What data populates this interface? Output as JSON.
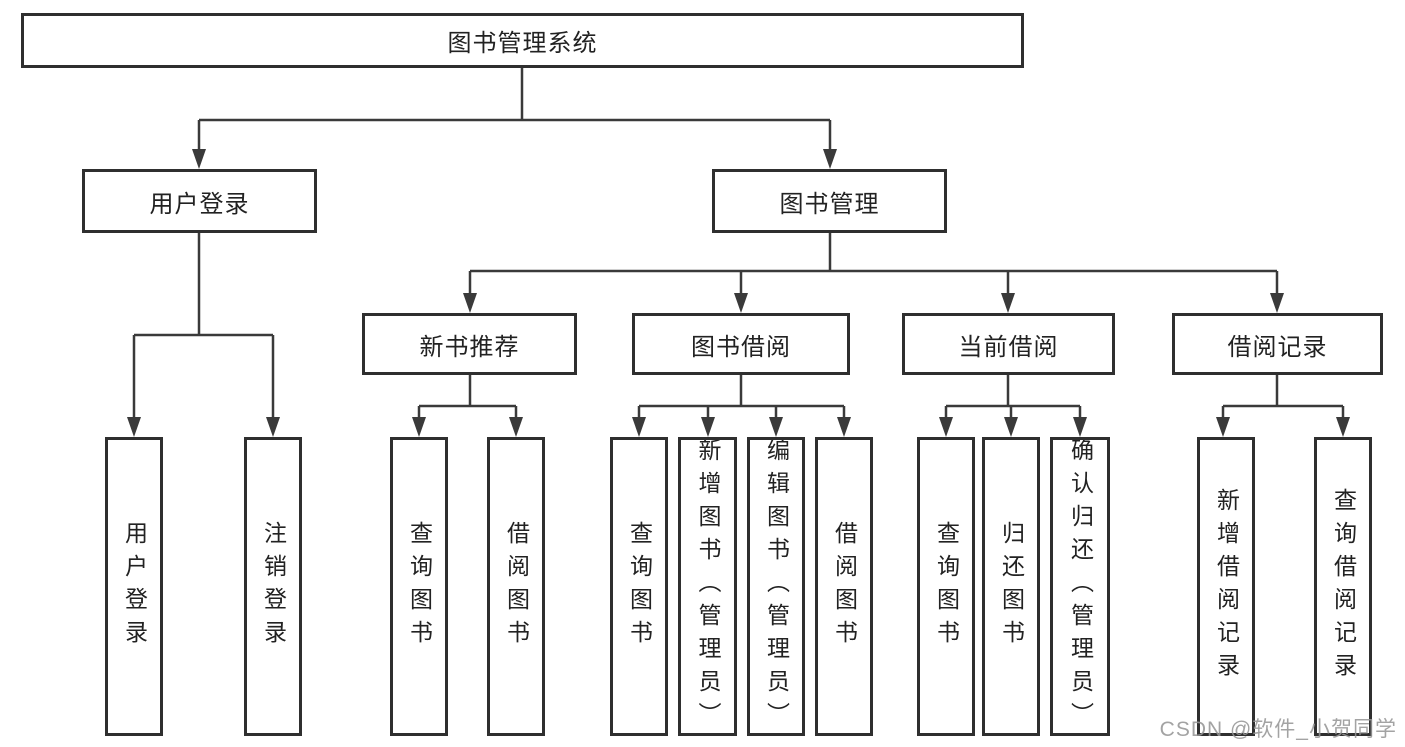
{
  "diagram": {
    "root": {
      "label": "图书管理系统",
      "children": [
        {
          "label": "用户登录",
          "children": [
            {
              "label": "用户登录"
            },
            {
              "label": "注销登录"
            }
          ]
        },
        {
          "label": "图书管理",
          "children": [
            {
              "label": "新书推荐",
              "children": [
                {
                  "label": "查询图书"
                },
                {
                  "label": "借阅图书"
                }
              ]
            },
            {
              "label": "图书借阅",
              "children": [
                {
                  "label": "查询图书"
                },
                {
                  "label": "新增图书（管理员）"
                },
                {
                  "label": "编辑图书（管理员）"
                },
                {
                  "label": "借阅图书"
                }
              ]
            },
            {
              "label": "当前借阅",
              "children": [
                {
                  "label": "查询图书"
                },
                {
                  "label": "归还图书"
                },
                {
                  "label": "确认归还（管理员）"
                }
              ]
            },
            {
              "label": "借阅记录",
              "children": [
                {
                  "label": "新增借阅记录"
                },
                {
                  "label": "查询借阅记录"
                }
              ]
            }
          ]
        }
      ]
    },
    "watermark": "CSDN @软件_小贺同学",
    "colors": {
      "line": "#3a3a3a",
      "box_border": "#2f2f2f",
      "text": "#222222",
      "watermark": "#969696",
      "background": "#ffffff"
    }
  }
}
